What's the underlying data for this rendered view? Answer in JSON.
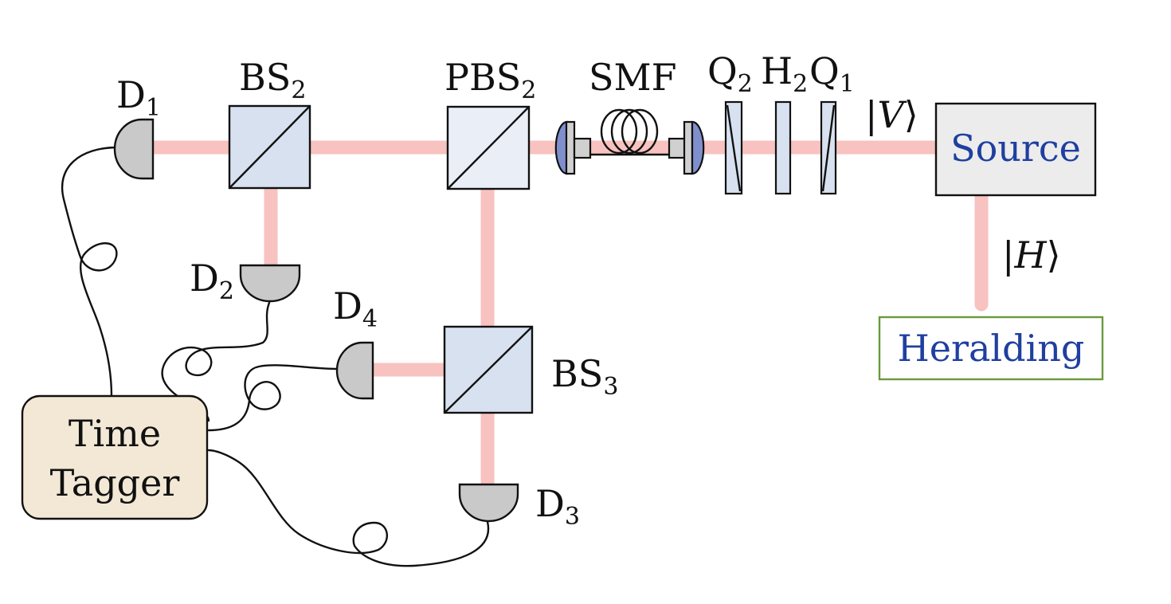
{
  "components": {
    "d1": "D",
    "d1_sub": "1",
    "d2": "D",
    "d2_sub": "2",
    "d3": "D",
    "d3_sub": "3",
    "d4": "D",
    "d4_sub": "4",
    "bs2": "BS",
    "bs2_sub": "2",
    "bs3": "BS",
    "bs3_sub": "3",
    "pbs2": "PBS",
    "pbs2_sub": "2",
    "smf": "SMF",
    "q2": "Q",
    "q2_sub": "2",
    "h2": "H",
    "h2_sub": "2",
    "q1": "Q",
    "q1_sub": "1",
    "source": "Source",
    "heralding": "Heralding",
    "time_tagger_line1": "Time",
    "time_tagger_line2": "Tagger"
  },
  "states": {
    "v_left": "|",
    "v_symbol": "V",
    "v_right": "⟩",
    "h_left": "|",
    "h_symbol": "H",
    "h_right": "⟩"
  },
  "colors": {
    "beam": "#f08f8a",
    "cube": "#d7e1ef",
    "detector": "#c9c9c9",
    "source_box": "#ececec",
    "time_tagger_box": "#f2e8d5",
    "heralding_border": "#6a9a3c",
    "label_blue": "#1f3fa0"
  }
}
